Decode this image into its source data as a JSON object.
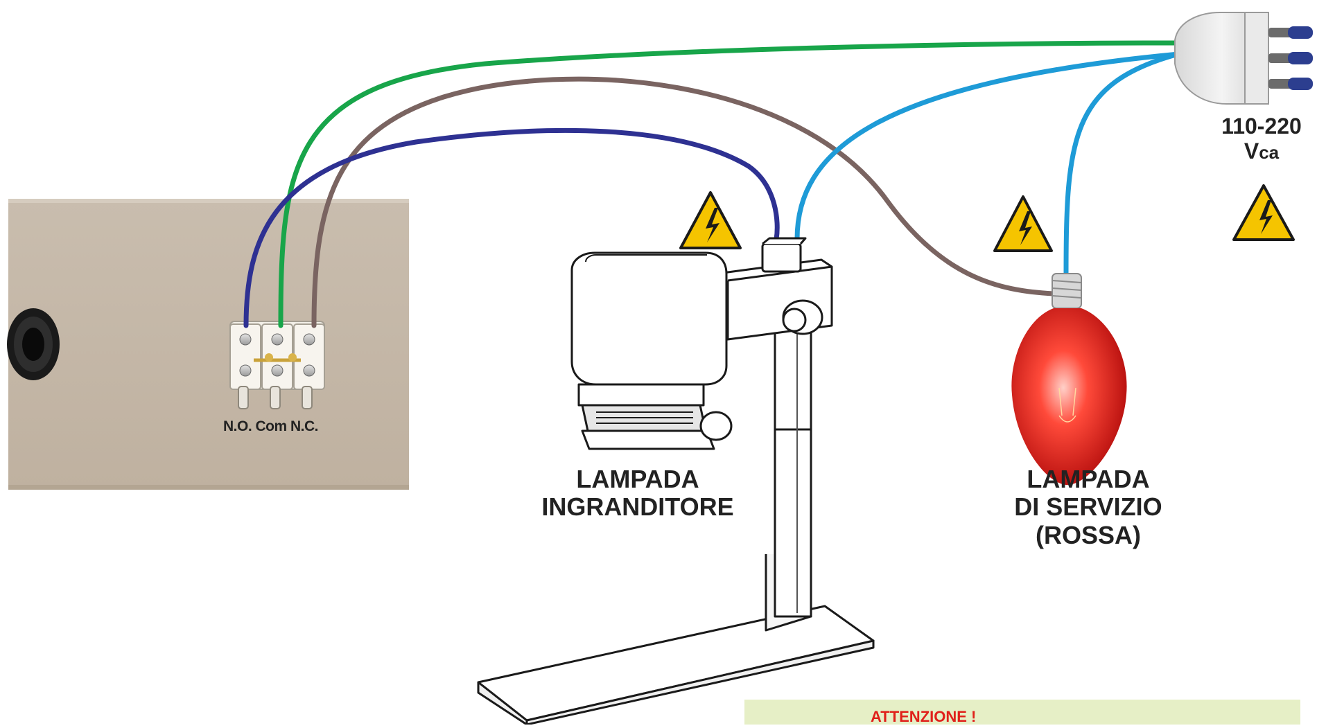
{
  "labels": {
    "enlarger_lamp": [
      "LAMPADA",
      "INGRANDITORE"
    ],
    "service_lamp": [
      "LAMPADA",
      "DI SERVIZIO",
      "(ROSSA)"
    ],
    "voltage_main": "110-220",
    "voltage_unit_v": "V",
    "voltage_unit_sub": "ca",
    "terminals": "N.O. Com N.C."
  },
  "warning": {
    "title": "ATTENZIONE !"
  },
  "wires": {
    "green": "#18a54a",
    "brown": "#7a6461",
    "navy": "#2e3192",
    "blue": "#1e9bd7"
  },
  "icons": {
    "hazard": "high-voltage-warning-icon",
    "plug": "power-plug-icon",
    "bulb": "red-light-bulb-icon",
    "enlarger": "photo-enlarger-icon",
    "box": "control-box-icon",
    "terminal_block": "terminal-block-icon",
    "socket": "jack-socket-icon"
  },
  "colors": {
    "box": "#c5b8a8",
    "hazard_fill": "#f5c400",
    "bulb": "#e01b1b",
    "warning_bg": "#e6efc6",
    "warning_text": "#e0201a"
  }
}
